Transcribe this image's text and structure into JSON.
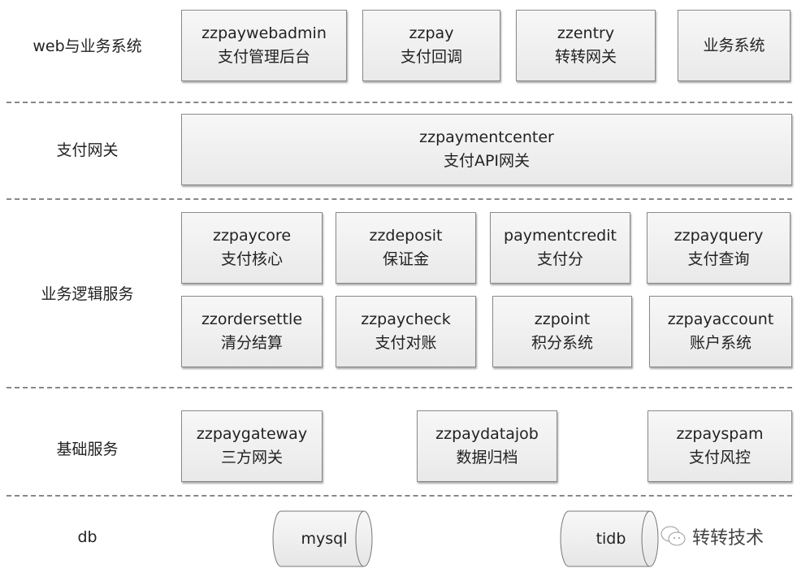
{
  "layers": [
    {
      "label": "web与业务系统"
    },
    {
      "label": "支付网关"
    },
    {
      "label": "业务逻辑服务"
    },
    {
      "label": "基础服务"
    },
    {
      "label": "db"
    }
  ],
  "web": [
    {
      "name": "zzpaywebadmin",
      "desc": "支付管理后台"
    },
    {
      "name": "zzpay",
      "desc": "支付回调"
    },
    {
      "name": "zzentry",
      "desc": "转转网关"
    },
    {
      "name": "业务系统"
    }
  ],
  "gateway": {
    "name": "zzpaymentcenter",
    "desc": "支付API网关"
  },
  "logic": [
    {
      "name": "zzpaycore",
      "desc": "支付核心"
    },
    {
      "name": "zzdeposit",
      "desc": "保证金"
    },
    {
      "name": "paymentcredit",
      "desc": "支付分"
    },
    {
      "name": "zzpayquery",
      "desc": "支付查询"
    },
    {
      "name": "zzordersettle",
      "desc": "清分结算"
    },
    {
      "name": "zzpaycheck",
      "desc": "支付对账"
    },
    {
      "name": "zzpoint",
      "desc": "积分系统"
    },
    {
      "name": "zzpayaccount",
      "desc": "账户系统"
    }
  ],
  "base": [
    {
      "name": "zzpaygateway",
      "desc": "三方网关"
    },
    {
      "name": "zzpaydatajob",
      "desc": "数据归档"
    },
    {
      "name": "zzpayspam",
      "desc": "支付风控"
    }
  ],
  "db": [
    "mysql",
    "tidb"
  ],
  "watermark": "转转技术"
}
